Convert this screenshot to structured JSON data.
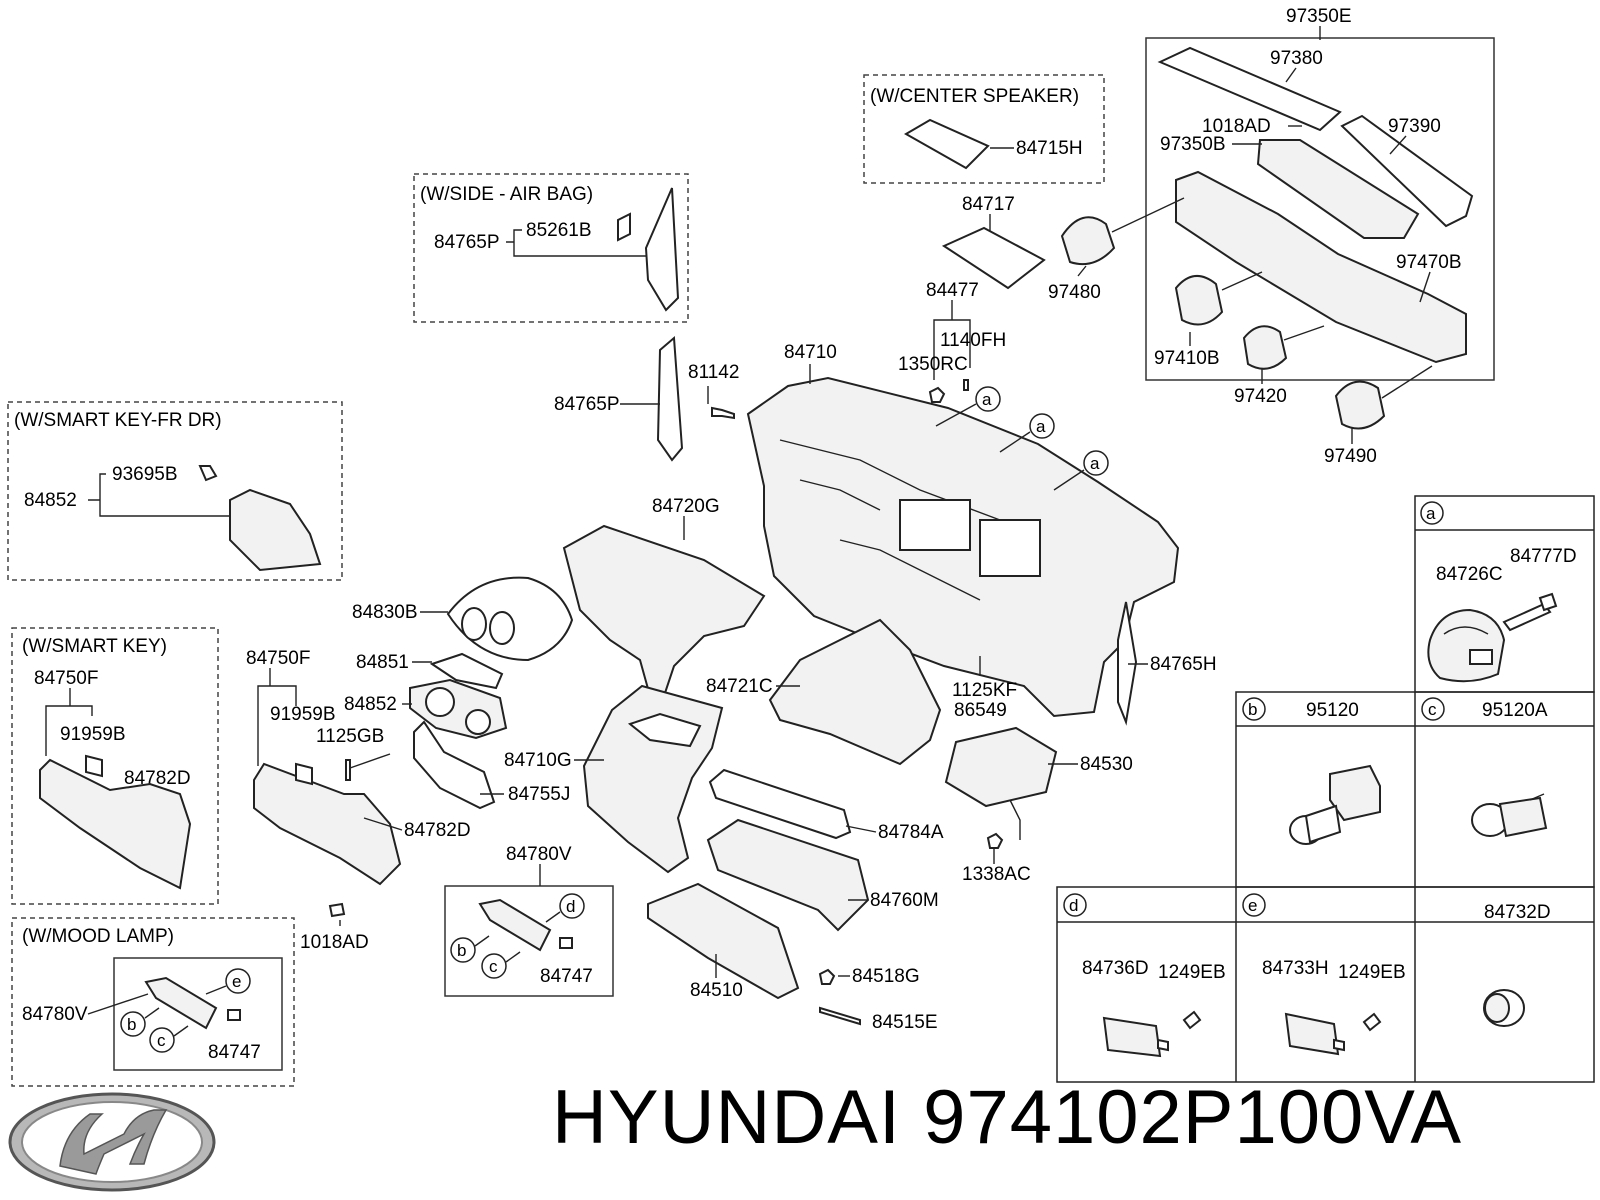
{
  "footer": {
    "brand": "HYUNDAI",
    "part_number": "974102P100VA"
  },
  "logo_icon": "hyundai-logo",
  "boxes": {
    "center_speaker": "(W/CENTER SPEAKER)",
    "side_air_bag": "(W/SIDE - AIR BAG)",
    "smart_key_fr_dr": "(W/SMART KEY-FR DR)",
    "smart_key": "(W/SMART KEY)",
    "mood_lamp": "(W/MOOD LAMP)"
  },
  "detail_cells": {
    "a": {
      "letter": "a",
      "parts": [
        "84777D",
        "84726C"
      ]
    },
    "b": {
      "letter": "b",
      "parts": [
        "95120"
      ]
    },
    "c": {
      "letter": "c",
      "parts": [
        "95120A"
      ]
    },
    "d": {
      "letter": "d",
      "parts": [
        "84736D",
        "1249EB"
      ]
    },
    "e": {
      "letter": "e",
      "parts": [
        "84733H",
        "1249EB"
      ]
    },
    "f": {
      "parts": [
        "84732D"
      ]
    }
  },
  "labels": [
    "97350E",
    "97380",
    "1018AD",
    "97390",
    "97350B",
    "84715H",
    "84717",
    "97480",
    "97470B",
    "97410B",
    "97420",
    "97490",
    "84477",
    "1140FH",
    "1350RC",
    "84710",
    "81142",
    "84765P",
    "85261B",
    "84765P",
    "84852",
    "93695B",
    "84720G",
    "84830B",
    "84851",
    "84852",
    "84750F",
    "91959B",
    "84782D",
    "84750F",
    "91959B",
    "1125GB",
    "84755J",
    "84782D",
    "84710G",
    "84721C",
    "1125KF",
    "86549",
    "84765H",
    "84530",
    "84784A",
    "1338AC",
    "84760M",
    "84780V",
    "84747",
    "84510",
    "84518G",
    "84515E",
    "1018AD",
    "84780V",
    "84747"
  ],
  "callouts": {
    "a": "a",
    "b": "b",
    "c": "c",
    "d": "d",
    "e": "e"
  }
}
